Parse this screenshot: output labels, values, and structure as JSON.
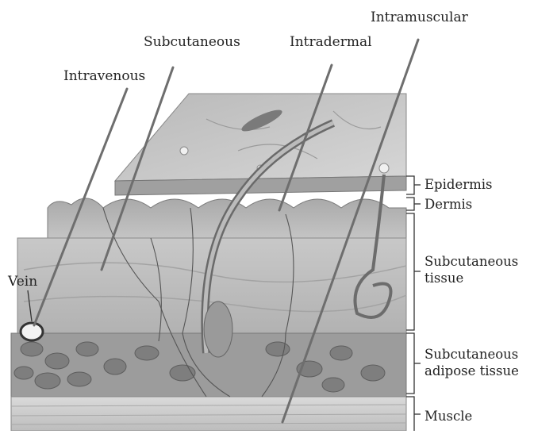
{
  "labels": {
    "intramuscular": "Intramuscular",
    "subcutaneous": "Subcutaneous",
    "intradermal": "Intradermal",
    "intravenous": "Intravenous",
    "vein": "Vein",
    "epidermis": "Epidermis",
    "dermis": "Dermis",
    "subcutaneous_tissue": "Subcutaneous\ntissue",
    "subcutaneous_adipose_tissue": "Subcutaneous\nadipose tissue",
    "muscle": "Muscle"
  },
  "colors": {
    "skin_top": "#c9c9c9",
    "dermis": "#b3b3b3",
    "subcutaneous": "#bdbdbd",
    "adipose": "#8f8f8f",
    "muscle": "#cfcfcf",
    "needle": "#6e6e6e",
    "label_text": "#222222"
  },
  "icons": [
    "needle-icon",
    "vein-icon",
    "hair-follicle-icon",
    "sweat-gland-icon"
  ]
}
